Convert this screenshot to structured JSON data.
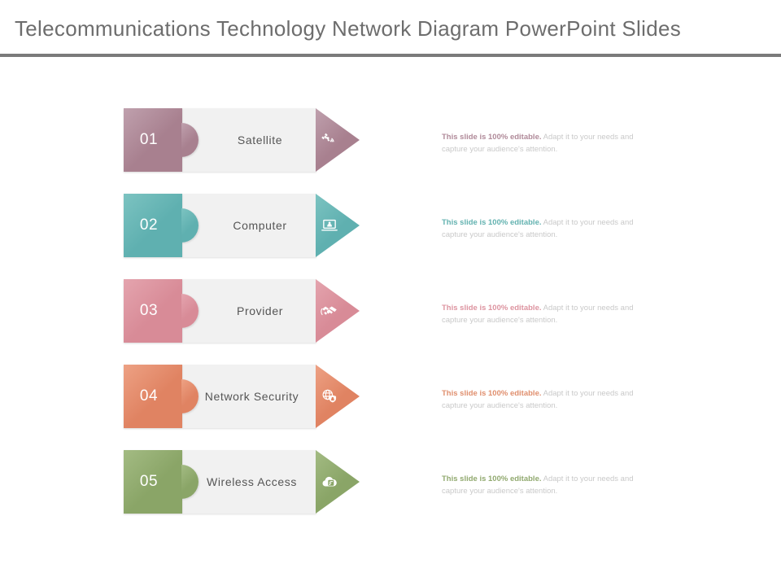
{
  "slide": {
    "title": "Telecommunications Technology Network Diagram PowerPoint Slides",
    "background": "#ffffff",
    "divider_color": "#7b7b7b",
    "title_color": "#6d6d6d"
  },
  "body_panel": {
    "background": "#f1f1f1",
    "label_color": "#555555"
  },
  "description": {
    "lead": "This slide is 100% editable.",
    "rest": " Adapt it to your needs and capture your audience's attention.",
    "muted_color": "#c9c9c9"
  },
  "rows": [
    {
      "number": "01",
      "label": "Satellite",
      "icon": "satellite-icon",
      "color": "#a8808f",
      "color_light": "#bfa0ad",
      "text_color": "#b08a99",
      "description_lead": "This slide is 100% editable.",
      "description_rest": " Adapt it to your needs and capture your audience's attention."
    },
    {
      "number": "02",
      "label": "Computer",
      "icon": "laptop-icon",
      "color": "#5fb0b0",
      "color_light": "#7cc3c1",
      "text_color": "#63b2b0",
      "description_lead": "This slide is 100% editable.",
      "description_rest": " Adapt it to your needs and capture your audience's attention."
    },
    {
      "number": "03",
      "label": "Provider",
      "icon": "handshake-icon",
      "color": "#d88b97",
      "color_light": "#e4a4ae",
      "text_color": "#dd94a0",
      "description_lead": "This slide is 100% editable.",
      "description_rest": " Adapt it to your needs and capture your audience's attention."
    },
    {
      "number": "04",
      "label": "Network  Security",
      "icon": "network-security-icon",
      "color": "#e08362",
      "color_light": "#eda184",
      "text_color": "#e08f6e",
      "description_lead": "This slide is 100% editable.",
      "description_rest": " Adapt it to your needs and capture your audience's attention."
    },
    {
      "number": "05",
      "label": "Wireless  Access",
      "icon": "cloud-wireless-icon",
      "color": "#8aa567",
      "color_light": "#a3bb83",
      "text_color": "#91a96f",
      "description_lead": "This slide is 100% editable.",
      "description_rest": " Adapt it to your needs and capture your audience's attention."
    }
  ]
}
